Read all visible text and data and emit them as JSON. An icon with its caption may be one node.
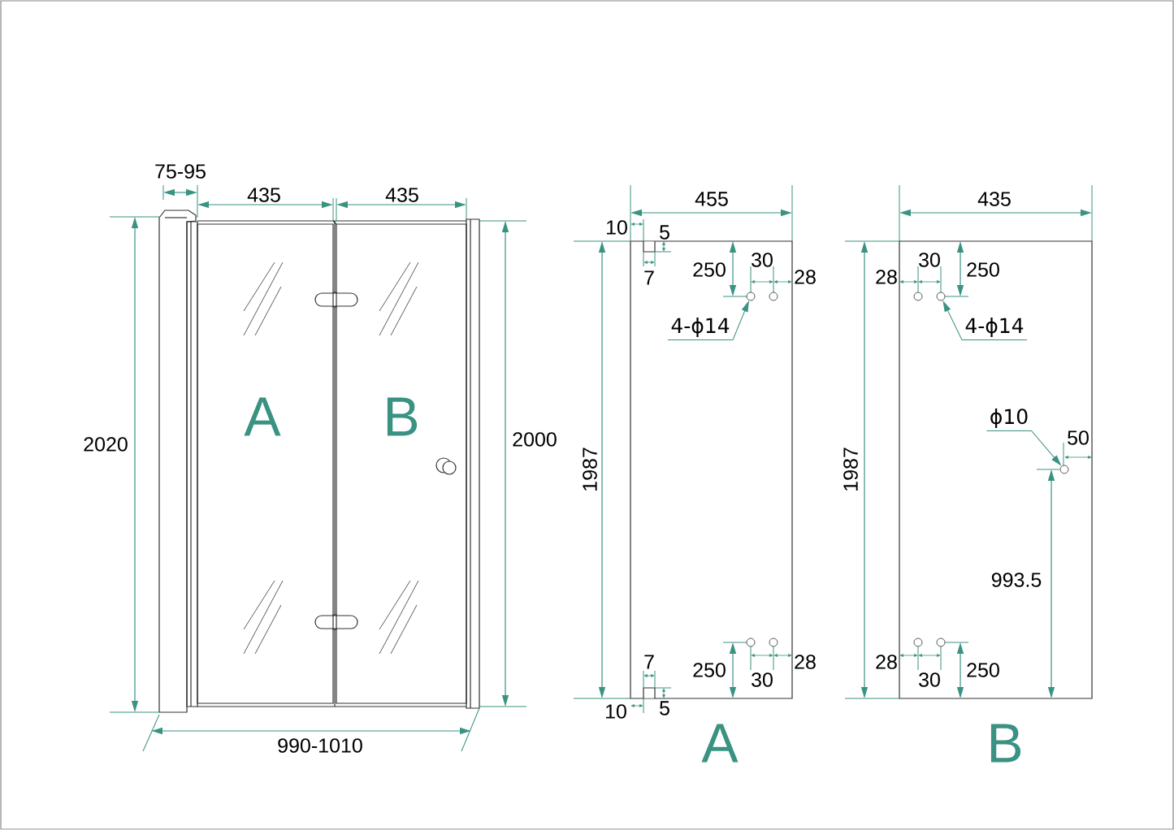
{
  "diagram": {
    "nodes": [
      {
        "text": [
          "4-ϕ14"
        ]
      },
      {
        "text": [],
        "shape": "circle"
      },
      {
        "text": [
          "4-ϕ14"
        ]
      },
      {
        "text": [],
        "shape": "circle"
      },
      {
        "text": [
          "ϕ10"
        ]
      },
      {
        "text": [],
        "shape": "circle"
      }
    ],
    "edges": [
      {
        "from": 0,
        "to": 1,
        "arrow": "to"
      },
      {
        "from": 2,
        "to": 3,
        "arrow": "to"
      },
      {
        "from": 4,
        "to": 5,
        "arrow": "to"
      }
    ],
    "labels": [
      "75-95",
      "435",
      "435",
      "455",
      "435",
      "10",
      "5",
      "30",
      "30",
      "7",
      "250",
      "28",
      "28",
      "250",
      "A",
      "B",
      "2020",
      "2000",
      "1987",
      "1987",
      "50",
      "993.5",
      "7",
      "250",
      "28",
      "28",
      "250",
      "30",
      "30",
      "10",
      "5",
      "990-1010",
      "A",
      "B"
    ]
  }
}
